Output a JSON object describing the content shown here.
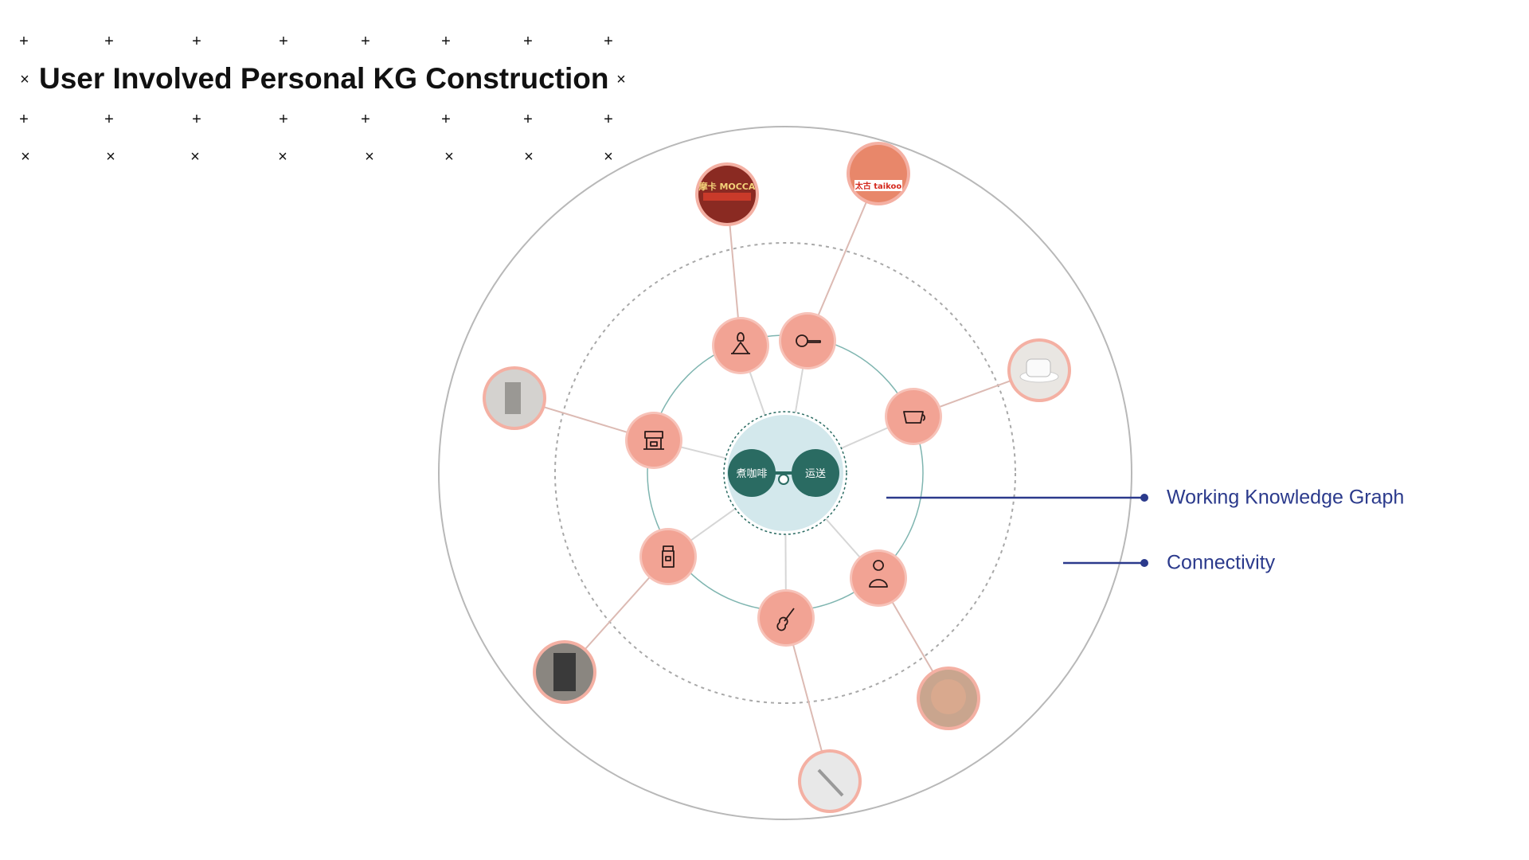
{
  "header": {
    "title": "User Involved Personal KG Construction"
  },
  "graph": {
    "center_nodes": [
      "煮咖啡",
      "运送"
    ],
    "icon_nodes": [
      "coffee-grounds-icon",
      "measuring-scoop-icon",
      "coffee-cup-icon",
      "person-icon",
      "spoon-icon",
      "water-dispenser-icon",
      "coffee-machine-icon"
    ],
    "photo_nodes": [
      "mocca-coffee-photo",
      "taikoo-sugar-photo",
      "coffee-cup-photo",
      "elderly-man-photo",
      "spoon-photo",
      "water-dispenser-photo",
      "espresso-machine-photo"
    ],
    "photo_logo_text": [
      "摩卡 MOCCA",
      "太古 taikoo"
    ]
  },
  "legend": {
    "items": [
      "Working Knowledge Graph",
      "Connectivity"
    ]
  },
  "colors": {
    "node": "#f2a394",
    "node_border": "#f7c2b8",
    "center_dark": "#2a6b62",
    "center_fill": "#d3e8ec",
    "legend": "#2b3a8c",
    "ring_inner": "#7fb5b0"
  }
}
